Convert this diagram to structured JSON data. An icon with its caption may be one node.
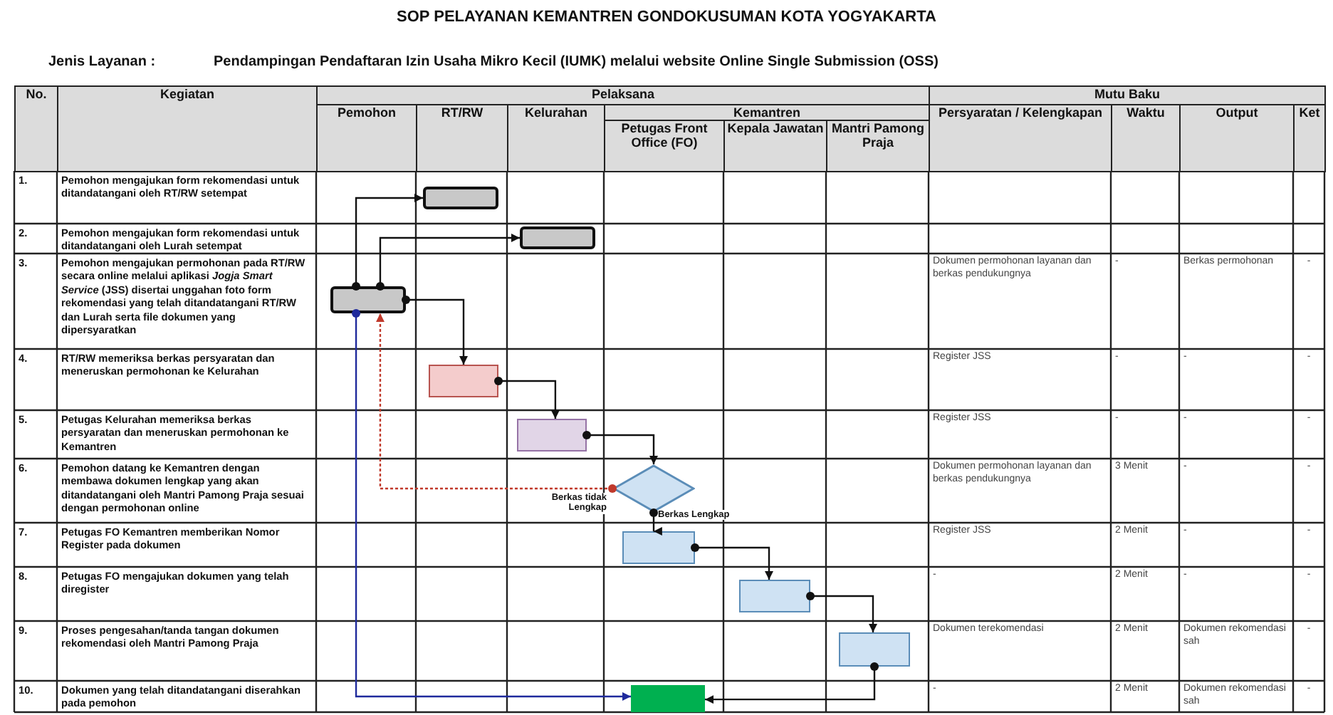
{
  "diagram": {
    "title": "SOP PELAYANAN KEMANTREN GONDOKUSUMAN KOTA YOGYAKARTA",
    "nodes": [
      {
        "text": [],
        "shape": "box"
      },
      {
        "text": [],
        "shape": "box"
      },
      {
        "text": [],
        "shape": "box"
      },
      {
        "text": [],
        "shape": "box"
      },
      {
        "text": [],
        "shape": "box"
      },
      {
        "text": [],
        "shape": "diamond"
      },
      {
        "text": [],
        "shape": "box"
      },
      {
        "text": [],
        "shape": "box"
      },
      {
        "text": [],
        "shape": "box"
      },
      {
        "text": [],
        "shape": "box"
      }
    ],
    "edges": [
      {
        "from": 2,
        "to": 0,
        "arrow": "to"
      },
      {
        "from": 2,
        "to": 1,
        "arrow": "to"
      },
      {
        "from": 2,
        "to": 3,
        "arrow": "to"
      },
      {
        "from": 3,
        "to": 4,
        "arrow": "to"
      },
      {
        "from": 4,
        "to": 5,
        "arrow": "to"
      },
      {
        "from": 5,
        "to": 2,
        "arrow": "to",
        "label": "Berkas tidak Lengkap",
        "style": "dashed",
        "color": "#c0392b"
      },
      {
        "from": 5,
        "to": 6,
        "arrow": "to",
        "label": "Berkas Lengkap"
      },
      {
        "from": 6,
        "to": 7,
        "arrow": "to"
      },
      {
        "from": 7,
        "to": 8,
        "arrow": "to"
      },
      {
        "from": 8,
        "to": 9,
        "arrow": "to"
      },
      {
        "from": 2,
        "to": 9,
        "arrow": "to",
        "color": "#1f2a9c"
      }
    ],
    "labels": [
      "Jenis Layanan :",
      "Pendampingan Pendaftaran Izin Usaha Mikro Kecil (IUMK) melalui website Online Single Submission (OSS)",
      "No.",
      "Kegiatan",
      "Pelaksana",
      "Mutu Baku",
      "Pemohon",
      "RT/RW",
      "Kelurahan",
      "Kemantren",
      "Persyaratan / Kelengkapan",
      "Waktu",
      "Output",
      "Ket",
      "Petugas Front Office (FO)",
      "Kepala Jawatan",
      "Mantri Pamong Praja",
      "1.",
      "Pemohon mengajukan form rekomendasi untuk ditandatangani oleh RT/RW setempat",
      "2.",
      "Pemohon mengajukan form rekomendasi untuk ditandatangani oleh Lurah setempat",
      "3.",
      "Pemohon mengajukan permohonan pada RT/RW secara online melalui aplikasi *Jogja Smart Service* (JSS) disertai unggahan foto form rekomendasi yang telah ditandatangani RT/RW dan Lurah serta file dokumen yang dipersyaratkan",
      "Dokumen permohonan layanan dan berkas pendukungnya",
      "-",
      "Berkas permohonan",
      "-",
      "4.",
      "RT/RW memeriksa berkas persyaratan dan meneruskan permohonan ke Kelurahan",
      "Register JSS",
      "-",
      "-",
      "-",
      "5.",
      "Petugas Kelurahan memeriksa berkas persyaratan dan meneruskan permohonan ke Kemantren",
      "Register JSS",
      "-",
      "-",
      "-",
      "6.",
      "Pemohon datang ke Kemantren dengan membawa dokumen lengkap yang akan ditandatangani oleh Mantri Pamong Praja sesuai dengan permohonan online",
      "Dokumen permohonan layanan dan berkas pendukungnya",
      "3 Menit",
      "-",
      "-",
      "7.",
      "Petugas FO Kemantren memberikan Nomor Register pada dokumen",
      "Register JSS",
      "2 Menit",
      "-",
      "-",
      "8.",
      "Petugas FO mengajukan dokumen yang telah diregister",
      "-",
      "2 Menit",
      "-",
      "-",
      "9.",
      "Proses pengesahan/tanda tangan dokumen rekomendasi oleh Mantri Pamong Praja",
      "Dokumen terekomendasi",
      "2 Menit",
      "Dokumen rekomendasi sah",
      "-",
      "10.",
      "Dokumen yang telah ditandatangani diserahkan pada pemohon",
      "-",
      "2 Menit",
      "Dokumen rekomendasi sah",
      "-"
    ]
  }
}
